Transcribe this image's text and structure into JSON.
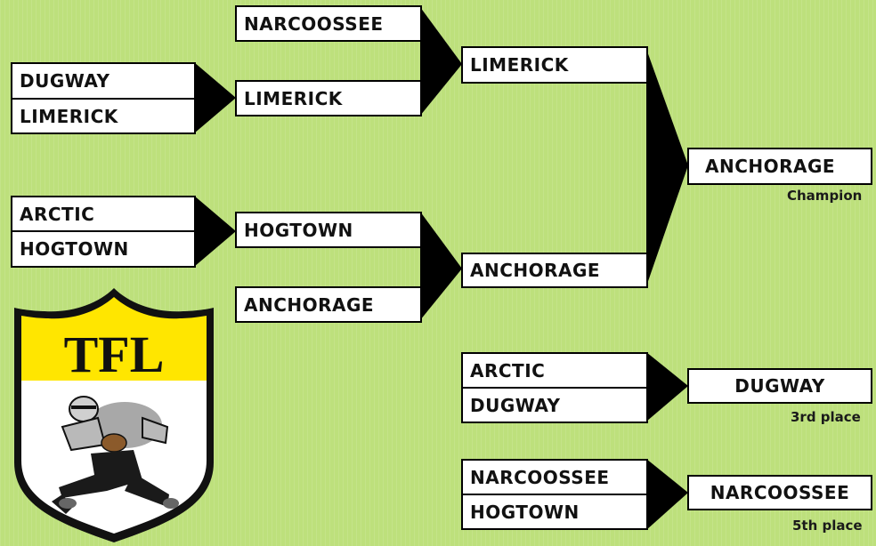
{
  "first_round": {
    "match1": {
      "team_a": "DUGWAY",
      "team_b": "LIMERICK"
    },
    "match2": {
      "team_a": "ARCTIC",
      "team_b": "HOGTOWN"
    }
  },
  "second_round": {
    "top_seed": "NARCOOSSEE",
    "top_winner": "LIMERICK",
    "bottom_winner": "HOGTOWN",
    "bottom_seed": "ANCHORAGE"
  },
  "semifinal": {
    "top": "LIMERICK",
    "bottom": "ANCHORAGE"
  },
  "champion": {
    "team": "ANCHORAGE",
    "caption": "Champion"
  },
  "third_place": {
    "team_a": "ARCTIC",
    "team_b": "DUGWAY",
    "winner": "DUGWAY",
    "caption": "3rd place"
  },
  "fifth_place": {
    "team_a": "NARCOOSSEE",
    "team_b": "HOGTOWN",
    "winner": "NARCOOSSEE",
    "caption": "5th place"
  },
  "logo": {
    "text": "TFL"
  },
  "colors": {
    "background": "#bde07c",
    "box": "#ffffff",
    "connector": "#000000",
    "shield_yellow": "#ffe600"
  }
}
